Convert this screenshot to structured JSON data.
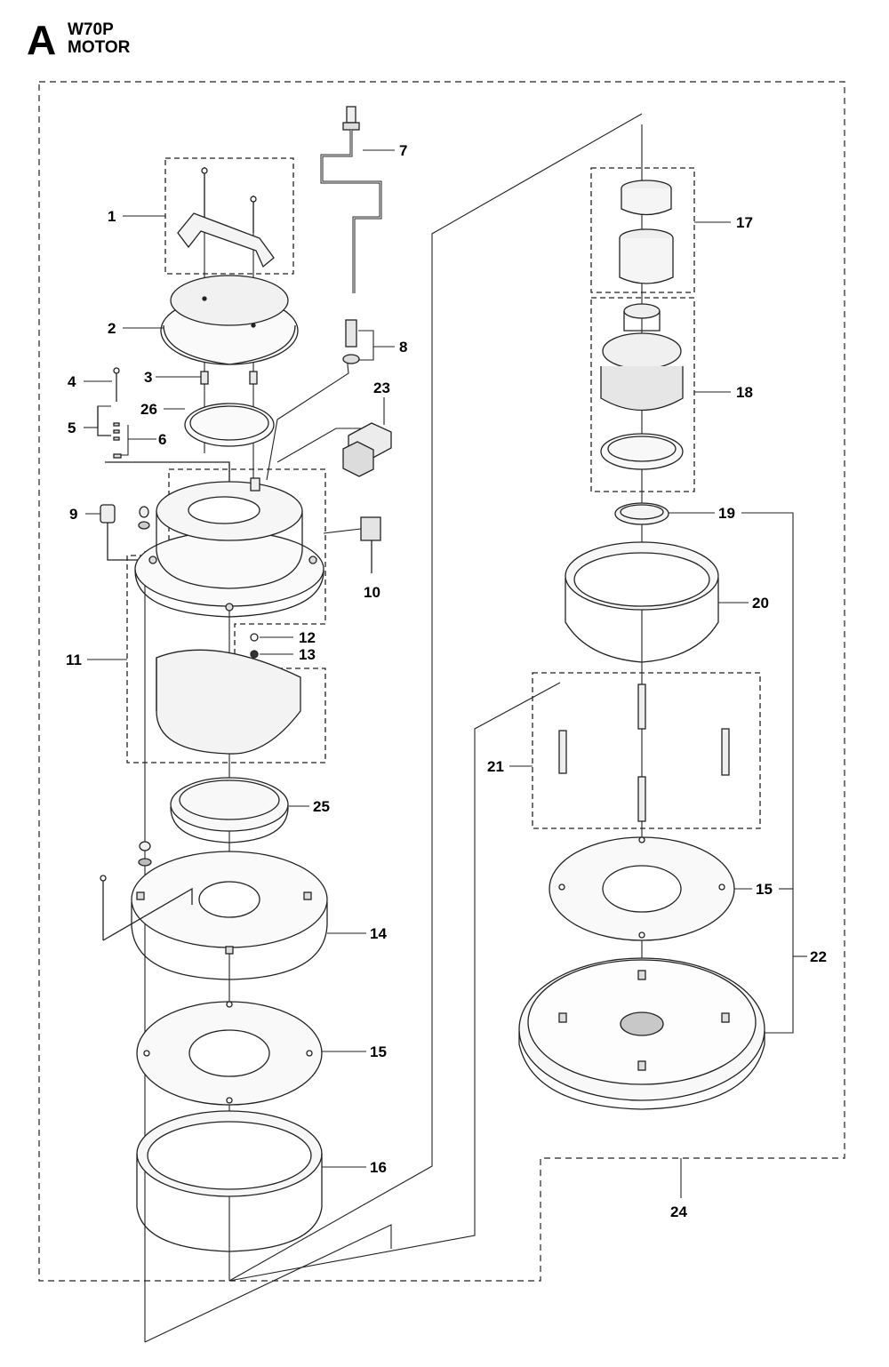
{
  "header": {
    "section_letter": "A",
    "model": "W70P",
    "group": "MOTOR"
  },
  "diagram": {
    "callouts": {
      "c1": "1",
      "c2": "2",
      "c3": "3",
      "c4": "4",
      "c5": "5",
      "c6": "6",
      "c7": "7",
      "c8": "8",
      "c9": "9",
      "c10": "10",
      "c11": "11",
      "c12": "12",
      "c13": "13",
      "c14": "14",
      "c15a": "15",
      "c15b": "15",
      "c16": "16",
      "c17": "17",
      "c18": "18",
      "c19": "19",
      "c20": "20",
      "c21": "21",
      "c22": "22",
      "c23": "23",
      "c24": "24",
      "c25": "25",
      "c26": "26"
    }
  }
}
